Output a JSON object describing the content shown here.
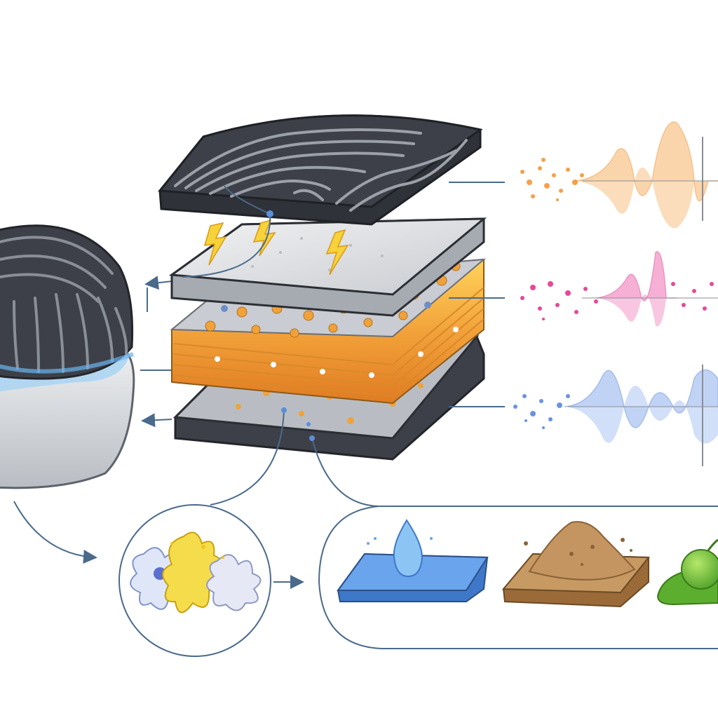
{
  "diagram": {
    "labels": [],
    "layers": [
      {
        "name": "textured-top-layer"
      },
      {
        "name": "gray-electrode-layer"
      },
      {
        "name": "orange-porous-layer"
      },
      {
        "name": "bottom-electrode-layer"
      }
    ],
    "signals": [
      {
        "name": "orange-signal",
        "color": "#f5a04a"
      },
      {
        "name": "pink-signal",
        "color": "#e8479a"
      },
      {
        "name": "blue-signal",
        "color": "#6c93e0"
      }
    ],
    "stimuli": [
      {
        "name": "water-drop"
      },
      {
        "name": "soil-pile"
      },
      {
        "name": "green-leaf"
      }
    ],
    "colors": {
      "dark_layer": "#3d4048",
      "ridge": "#8a8e96",
      "gray_layer": "#d7d9dc",
      "orange_layer": "#f2a23a",
      "spark": "#f7d23a",
      "connector": "#4a6a8c",
      "water_pad": "#5a8fd8",
      "soil": "#b88a55",
      "leaf": "#6fbf3a"
    }
  }
}
